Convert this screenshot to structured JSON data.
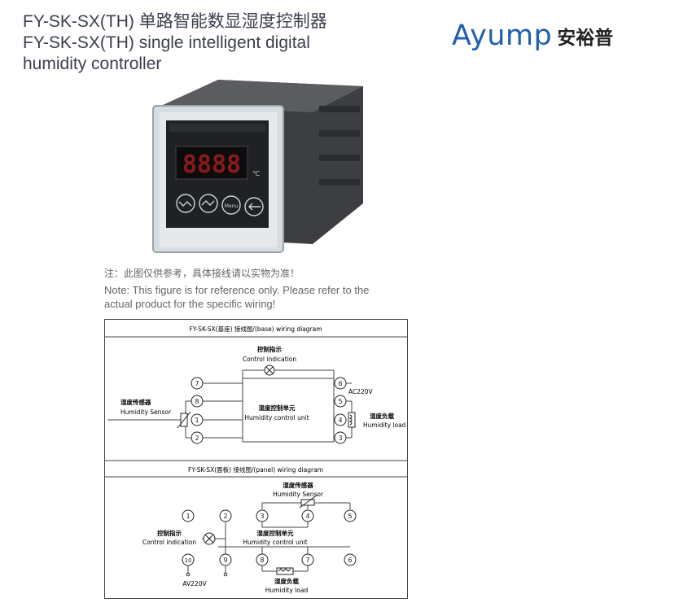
{
  "title": {
    "line1": "FY-SK-SX(TH) 单路智能数显湿度控制器",
    "line2": "FY-SK-SX(TH) single intelligent digital",
    "line3": "humidity controller"
  },
  "logo": {
    "text_en": "Ayump",
    "text_cn": "安裕普",
    "color": "#1f5fae"
  },
  "device": {
    "display_digits": "8888",
    "unit": "℃",
    "buttons": [
      "down-wave-icon",
      "up-wave-icon",
      "Menu",
      "enter-arrow-icon"
    ]
  },
  "note": {
    "cn": "注：此图仅供参考，具体接线请以实物为准！",
    "en1": "Note: This figure is for reference only. Please refer to the",
    "en2": "actual product for the specific wiring!"
  },
  "base_diagram": {
    "title": "FY-SK-SX(基座) 接线图/(base) wiring diagram",
    "indication_cn": "控制指示",
    "indication_en": "Control indication",
    "unit_cn": "湿度控制单元",
    "unit_en": "Humidity control unit",
    "sensor_cn": "湿度传感器",
    "sensor_en": "Humidity Sensor",
    "load_cn": "湿度负载",
    "load_en": "Humidity load",
    "power": "AC220V",
    "terminals": [
      "7",
      "8",
      "1",
      "2",
      "6",
      "5",
      "4",
      "3"
    ]
  },
  "panel_diagram": {
    "title": "FY-SK-SX(面板) 接线图/(panel) wiring diagram",
    "sensor_cn": "湿度传感器",
    "sensor_en": "Humidity Sensor",
    "indication_cn": "控制指示",
    "indication_en": "Control indication",
    "unit_cn": "湿度控制单元",
    "unit_en": "Humidity control unit",
    "load_cn": "湿度负载",
    "load_en": "Humidity load",
    "power": "AV220V",
    "terminals": [
      "1",
      "2",
      "3",
      "4",
      "5",
      "10",
      "9",
      "8",
      "7",
      "6"
    ]
  }
}
